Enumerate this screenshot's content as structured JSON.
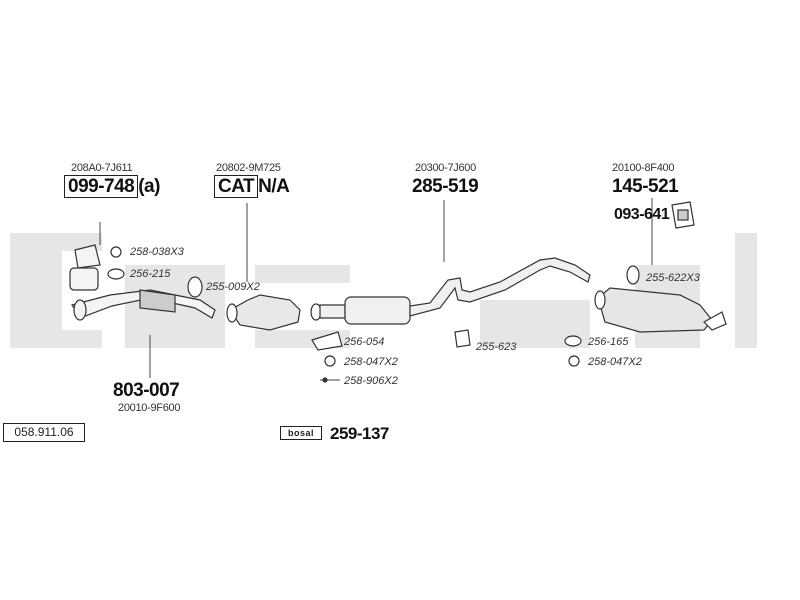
{
  "catalog_number": "058.911.06",
  "brand_logo_text": "bosal",
  "assemblies": {
    "front_pipe": {
      "oem": "208A0-7J611",
      "part": "099-748",
      "suffix": "(a)"
    },
    "catalyst": {
      "oem": "20802-9M725",
      "part": "CAT",
      "suffix": "N/A"
    },
    "center_pipe": {
      "oem": "20300-7J600",
      "part": "285-519"
    },
    "rear_silencer": {
      "oem": "20100-8F400",
      "part": "145-521"
    },
    "mounting_kit": {
      "part": "093-641"
    },
    "downpipe": {
      "oem": "20010-9F600",
      "part": "803-007"
    },
    "kit": {
      "part": "259-137"
    }
  },
  "accessories": {
    "nut_front": "258-038X3",
    "gasket_front": "256-215",
    "clamp_front": "255-009X2",
    "gasket_mid": "256-054",
    "nut_mid": "258-047X2",
    "bolt_mid": "258-906X2",
    "rubber_mid": "255-623",
    "rubber_rear": "255-622X3",
    "gasket_rear": "256-165",
    "nut_rear": "258-047X2"
  }
}
